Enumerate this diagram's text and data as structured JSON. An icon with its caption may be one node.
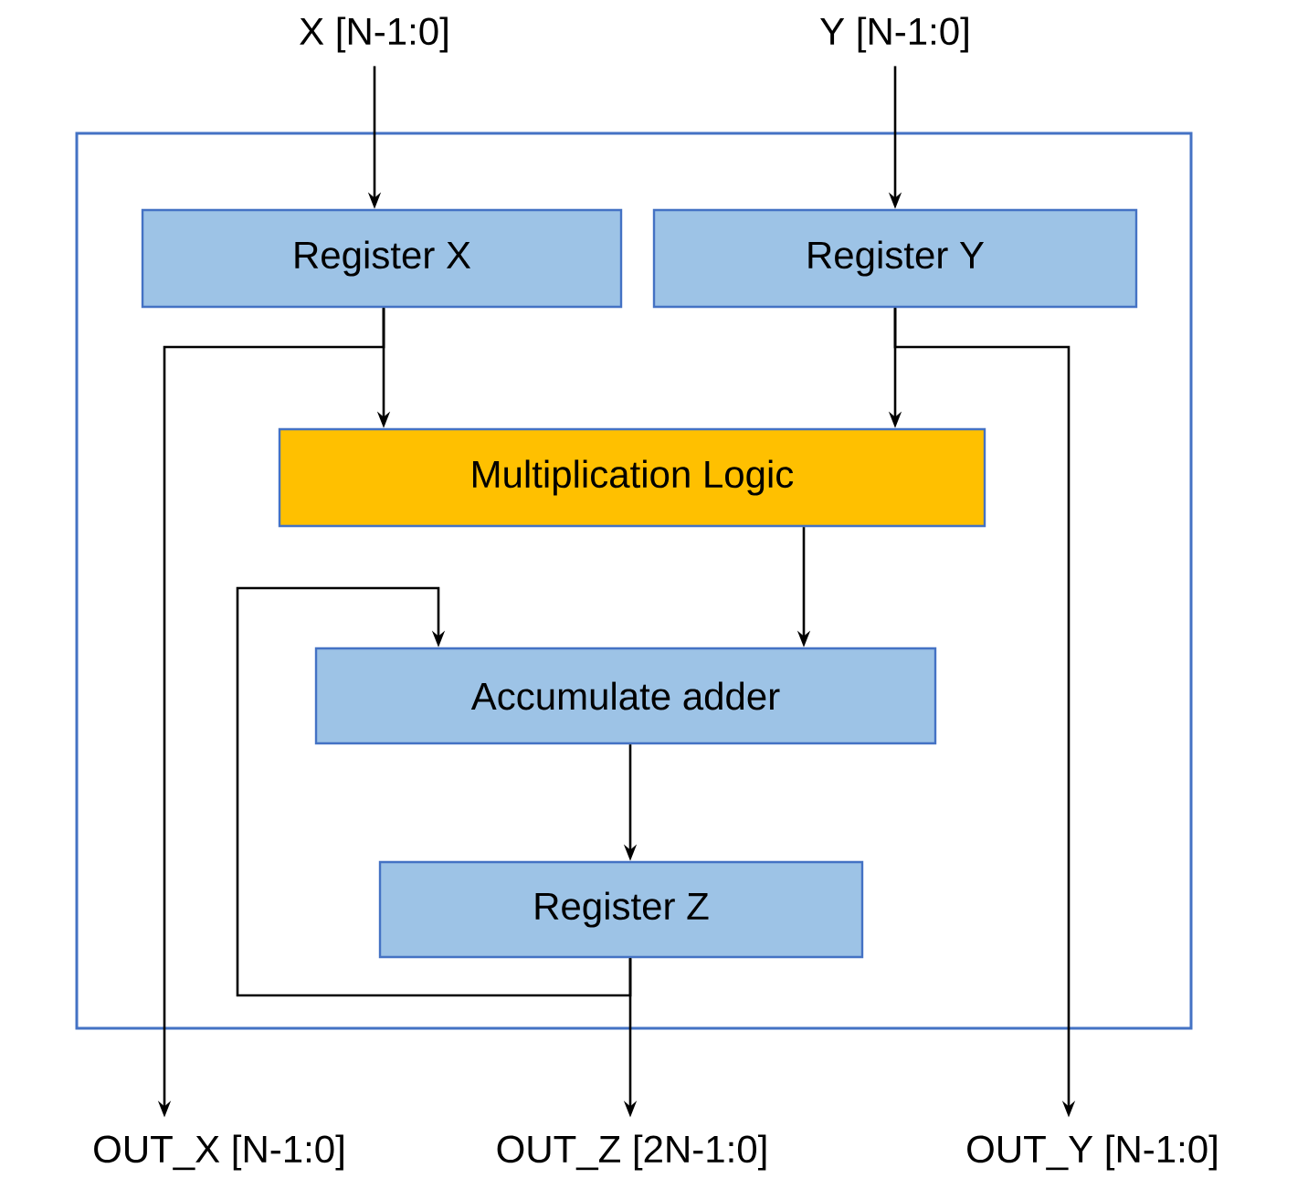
{
  "diagram": {
    "nodes": [
      {
        "text": [],
        "shape": "box"
      },
      {
        "text": [
          "X [N-1:0]"
        ]
      },
      {
        "text": [
          "Y [N-1:0]"
        ]
      },
      {
        "text": [
          "Register X"
        ],
        "in": 0
      },
      {
        "text": [
          "Register Y"
        ],
        "in": 0
      },
      {
        "text": [
          "Multiplication Logic"
        ],
        "in": 0
      },
      {
        "text": [
          "Accumulate adder"
        ],
        "in": 0
      },
      {
        "text": [
          "Register Z"
        ],
        "in": 0
      },
      {
        "text": [
          "OUT_X [N-1:0]"
        ]
      },
      {
        "text": [
          "OUT_Z [2N-1:0]"
        ]
      },
      {
        "text": [
          "OUT_Y [N-1:0]"
        ]
      }
    ],
    "edges": [
      {
        "from": 1,
        "to": 3,
        "arrow": "to"
      },
      {
        "from": 2,
        "to": 4,
        "arrow": "to"
      },
      {
        "from": 3,
        "to": 5,
        "arrow": "to"
      },
      {
        "from": 4,
        "to": 5,
        "arrow": "to"
      },
      {
        "from": 3,
        "to": 8,
        "arrow": "to"
      },
      {
        "from": 4,
        "to": 10,
        "arrow": "to"
      },
      {
        "from": 5,
        "to": 6,
        "arrow": "to"
      },
      {
        "from": 6,
        "to": 7,
        "arrow": "to"
      },
      {
        "from": 7,
        "to": 9,
        "arrow": "to"
      },
      {
        "from": 7,
        "to": 6,
        "arrow": "to"
      }
    ]
  }
}
